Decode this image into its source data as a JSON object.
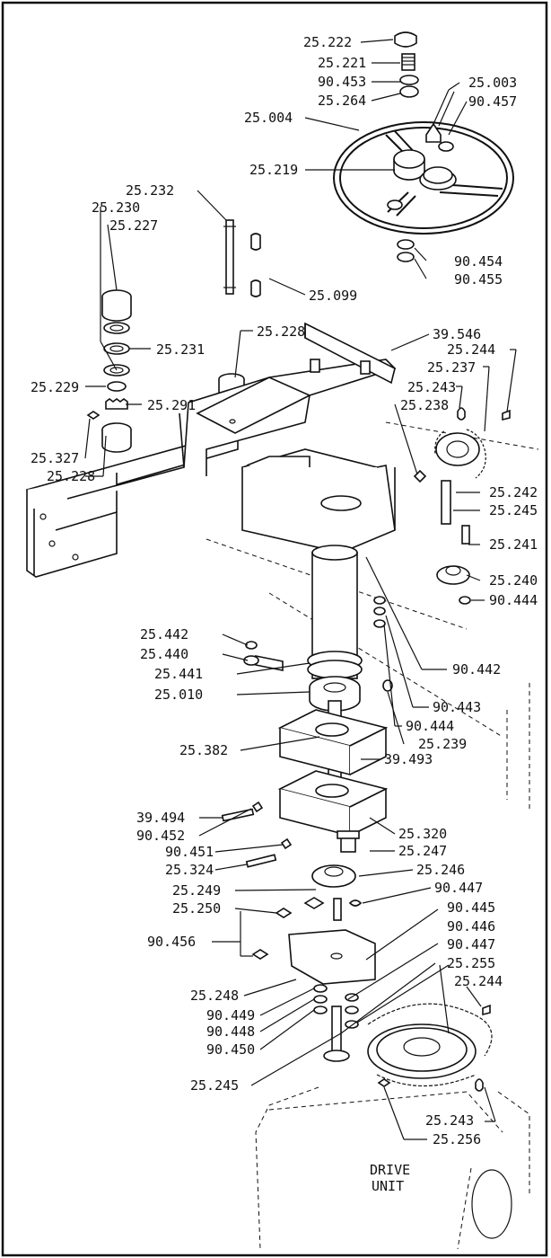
{
  "labels": {
    "p25_222": "25.222",
    "p25_221": "25.221",
    "p90_453": "90.453",
    "p25_264": "25.264",
    "p25_003": "25.003",
    "p90_457": "90.457",
    "p25_004": "25.004",
    "p25_219": "25.219",
    "p25_232": "25.232",
    "p25_230": "25.230",
    "p25_227": "25.227",
    "p90_454": "90.454",
    "p90_455": "90.455",
    "p25_099": "25.099",
    "p25_231": "25.231",
    "p25_228a": "25.228",
    "p39_546": "39.546",
    "p25_244a": "25.244",
    "p25_237": "25.237",
    "p25_229": "25.229",
    "p25_243a": "25.243",
    "p25_291": "25.291",
    "p25_238": "25.238",
    "p25_327": "25.327",
    "p25_228b": "25.228",
    "p25_242": "25.242",
    "p25_245a": "25.245",
    "p25_241": "25.241",
    "p25_240": "25.240",
    "p90_444a": "90.444",
    "p25_442": "25.442",
    "p25_440": "25.440",
    "p25_441": "25.441",
    "p90_442": "90.442",
    "p25_010": "25.010",
    "p90_443": "90.443",
    "p25_382": "25.382",
    "p90_444b": "90.444",
    "p25_239": "25.239",
    "p39_493": "39.493",
    "p39_494": "39.494",
    "p90_452": "90.452",
    "p25_320": "25.320",
    "p90_451": "90.451",
    "p25_247": "25.247",
    "p25_324": "25.324",
    "p25_246": "25.246",
    "p25_249": "25.249",
    "p90_447a": "90.447",
    "p25_250": "25.250",
    "p90_445": "90.445",
    "p90_456": "90.456",
    "p90_446": "90.446",
    "p90_447b": "90.447",
    "p25_255": "25.255",
    "p25_244b": "25.244",
    "p25_248": "25.248",
    "p90_449": "90.449",
    "p90_448": "90.448",
    "p90_450": "90.450",
    "p25_245b": "25.245",
    "p25_243b": "25.243",
    "p25_256": "25.256",
    "drive_1": "DRIVE",
    "drive_2": "UNIT"
  }
}
